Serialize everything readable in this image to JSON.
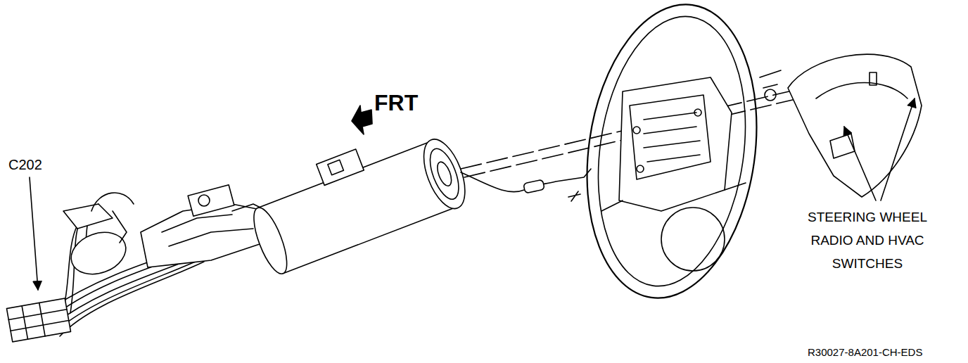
{
  "diagram": {
    "labels": [
      "C202",
      "FRT",
      "STEERING WHEEL RADIO AND HVAC SWITCHES",
      "R30027-8A201-CH-EDS"
    ]
  }
}
